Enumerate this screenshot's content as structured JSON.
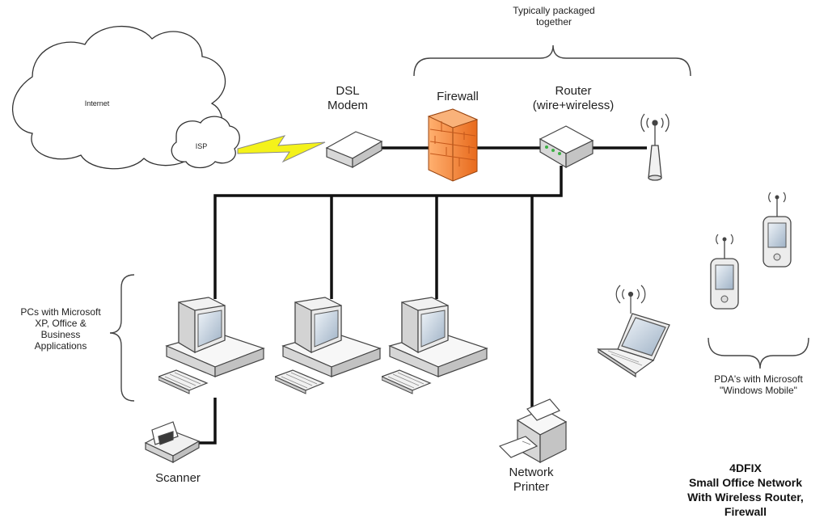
{
  "labels": {
    "internet": "Internet",
    "isp": "ISP",
    "dsl_modem": "DSL\nModem",
    "firewall": "Firewall",
    "router": "Router\n(wire+wireless)",
    "packaged_note": "Typically packaged\ntogether",
    "pcs_note": "PCs with Microsoft\nXP, Office &\nBusiness\nApplications",
    "scanner": "Scanner",
    "network_printer": "Network\nPrinter",
    "pda_note": "PDA's with Microsoft\n\"Windows Mobile\""
  },
  "title": {
    "line1": "4DFIX",
    "line2": "Small Office Network",
    "line3": "With Wireless Router,",
    "line4": "Firewall"
  },
  "colors": {
    "cable": "#111111",
    "dsl_link": "#f4f21a",
    "firewall": "#f07f2e",
    "device_fill": "#f1f1f1",
    "screen": "#c9d8e8",
    "router_led": "#3cb043"
  }
}
